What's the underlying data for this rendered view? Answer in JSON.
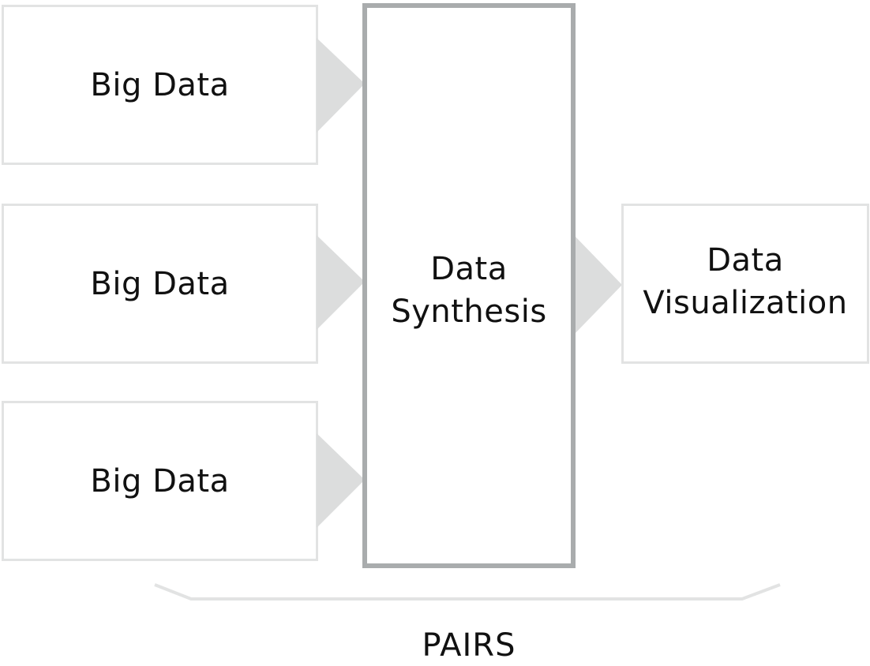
{
  "diagram": {
    "sources": [
      {
        "label": "Big Data"
      },
      {
        "label": "Big Data"
      },
      {
        "label": "Big Data"
      }
    ],
    "synthesis": {
      "label": "Data\nSynthesis"
    },
    "output": {
      "label": "Data\nVisualization"
    },
    "footer": {
      "label": "PAIRS"
    }
  },
  "colors": {
    "light_border": "#e2e3e3",
    "arrow_fill": "#dcdddd",
    "synthesis_border": "#a9acad",
    "text": "#111111"
  }
}
